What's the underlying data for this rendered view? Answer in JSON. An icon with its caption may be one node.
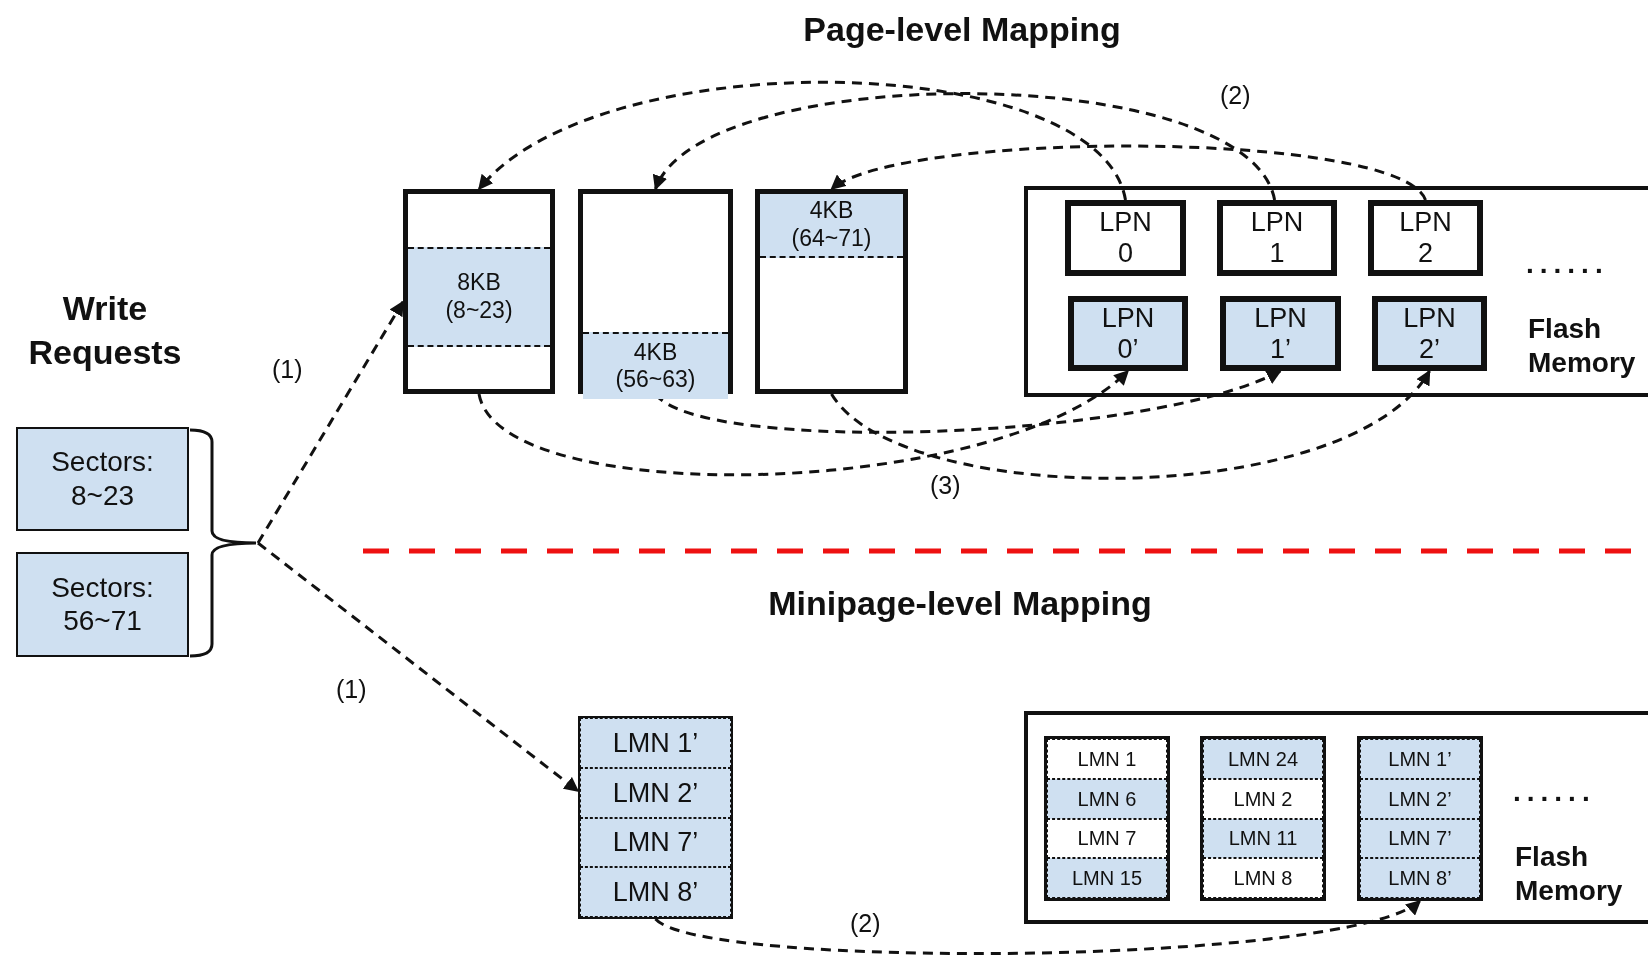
{
  "diagram": {
    "nodes": [
      {
        "text": [
          "Sectors: 8~23"
        ]
      },
      {
        "text": [
          "Sectors: 56~71"
        ]
      },
      {
        "text": [],
        "shape": "bracket"
      },
      {
        "text": [
          "8KB (8~23)"
        ]
      },
      {
        "text": [
          "4KB (56~63)"
        ]
      },
      {
        "text": [
          "4KB (64~71)"
        ]
      },
      {
        "text": [
          "Flash Memory"
        ]
      },
      {
        "text": [
          "LPN 0"
        ],
        "in": 6
      },
      {
        "text": [
          "LPN 1"
        ],
        "in": 6
      },
      {
        "text": [
          "LPN 2"
        ],
        "in": 6
      },
      {
        "text": [
          "LPN 0’"
        ],
        "in": 6
      },
      {
        "text": [
          "LPN 1’"
        ],
        "in": 6
      },
      {
        "text": [
          "LPN 2’"
        ],
        "in": 6
      },
      {
        "text": [],
        "shape": "box"
      },
      {
        "text": [
          "LMN 1’"
        ],
        "in": 13
      },
      {
        "text": [
          "LMN 2’"
        ],
        "in": 13
      },
      {
        "text": [
          "LMN 7’"
        ],
        "in": 13
      },
      {
        "text": [
          "LMN 8’"
        ],
        "in": 13
      },
      {
        "text": [
          "Flash Memory"
        ]
      },
      {
        "text": [],
        "shape": "box",
        "in": 18
      },
      {
        "text": [
          "LMN 1"
        ],
        "in": 19
      },
      {
        "text": [
          "LMN 6"
        ],
        "in": 19
      },
      {
        "text": [
          "LMN 7"
        ],
        "in": 19
      },
      {
        "text": [
          "LMN 15"
        ],
        "in": 19
      },
      {
        "text": [],
        "shape": "box",
        "in": 18
      },
      {
        "text": [
          "LMN 24"
        ],
        "in": 24
      },
      {
        "text": [
          "LMN 2"
        ],
        "in": 24
      },
      {
        "text": [
          "LMN 11"
        ],
        "in": 24
      },
      {
        "text": [
          "LMN 8"
        ],
        "in": 24
      },
      {
        "text": [],
        "shape": "box",
        "in": 18
      },
      {
        "text": [
          "LMN 1’"
        ],
        "in": 29
      },
      {
        "text": [
          "LMN 2’"
        ],
        "in": 29
      },
      {
        "text": [
          "LMN 7’"
        ],
        "in": 29
      },
      {
        "text": [
          "LMN 8’"
        ],
        "in": 29
      }
    ],
    "edges": [
      {
        "from": 2,
        "to": 3,
        "arrow": "to",
        "label": "(1)",
        "style": "dashed"
      },
      {
        "from": 2,
        "to": 13,
        "arrow": "to",
        "label": "(1)",
        "style": "dashed"
      },
      {
        "from": 7,
        "to": 3,
        "arrow": "to",
        "style": "dashed"
      },
      {
        "from": 8,
        "to": 4,
        "arrow": "to",
        "label": "(2)",
        "style": "dashed"
      },
      {
        "from": 9,
        "to": 5,
        "arrow": "to",
        "style": "dashed"
      },
      {
        "from": 3,
        "to": 10,
        "arrow": "to",
        "label": "(3)",
        "style": "dashed"
      },
      {
        "from": 4,
        "to": 11,
        "arrow": "to",
        "style": "dashed"
      },
      {
        "from": 5,
        "to": 12,
        "arrow": "to",
        "style": "dashed"
      },
      {
        "from": 13,
        "to": 29,
        "arrow": "to",
        "label": "(2)",
        "style": "dashed"
      }
    ],
    "labels": [
      "Page-level Mapping",
      "Write Requests",
      "......",
      "Minipage-level Mapping",
      "......"
    ]
  }
}
